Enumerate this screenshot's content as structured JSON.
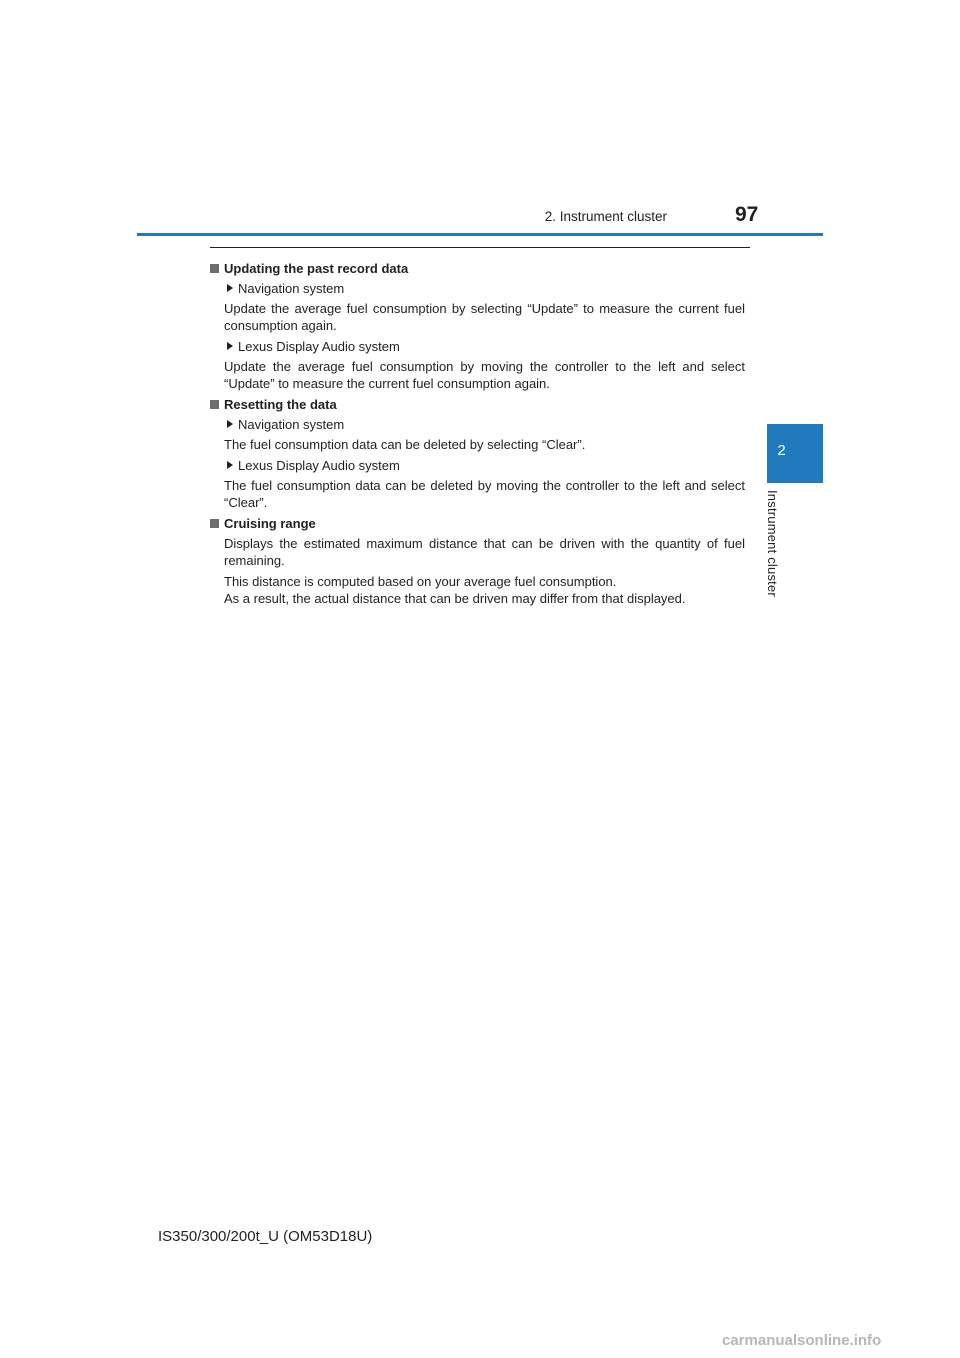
{
  "header": {
    "section_title": "2. Instrument cluster",
    "page_number": "97",
    "accent_color": "#1f7bbd"
  },
  "side_tab": {
    "chapter_number": "2",
    "chapter_label": "Instrument cluster"
  },
  "sections": [
    {
      "heading": "Updating the past record data",
      "items": [
        {
          "label": "Navigation system",
          "text": "Update the average fuel consumption by selecting “Update” to measure the current fuel consumption again."
        },
        {
          "label": "Lexus Display Audio system",
          "text": "Update the average fuel consumption by moving the controller to the left and select “Update” to measure the current fuel consumption again."
        }
      ]
    },
    {
      "heading": "Resetting the data",
      "items": [
        {
          "label": "Navigation system",
          "text": "The fuel consumption data can be deleted by selecting “Clear”."
        },
        {
          "label": "Lexus Display Audio system",
          "text": "The fuel consumption data can be deleted by moving the controller to the left and select “Clear”."
        }
      ]
    },
    {
      "heading": "Cruising range",
      "paragraphs": [
        "Displays the estimated maximum distance that can be driven with the quantity of fuel remaining.",
        "This distance is computed based on your average fuel consumption.",
        "As a result, the actual distance that can be driven may differ from that displayed."
      ]
    }
  ],
  "footer": {
    "model_code": "IS350/300/200t_U (OM53D18U)",
    "watermark": "carmanualsonline.info"
  }
}
